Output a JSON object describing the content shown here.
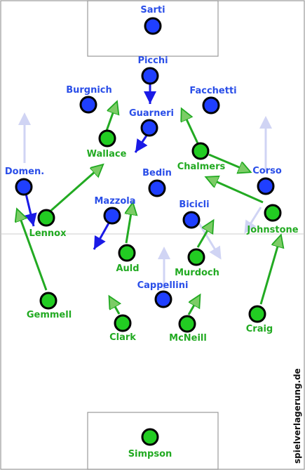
{
  "colors": {
    "team_a_fill": "#1f3fff",
    "team_b_fill": "#22cc22",
    "team_a_text": "#2a4ee8",
    "team_b_text": "#22aa22",
    "arrow_a": "#1a1ae6",
    "arrow_b": "#22aa22",
    "arrow_a_faint": "#d0d4f4",
    "line": "#999999"
  },
  "watermark": "spielverlagerung.de",
  "team_a": [
    {
      "name": "Sarti"
    },
    {
      "name": "Picchi"
    },
    {
      "name": "Burgnich"
    },
    {
      "name": "Facchetti"
    },
    {
      "name": "Guarneri"
    },
    {
      "name": "Domen."
    },
    {
      "name": "Bedin"
    },
    {
      "name": "Corso"
    },
    {
      "name": "Mazzola"
    },
    {
      "name": "Bicicli"
    },
    {
      "name": "Cappellini"
    }
  ],
  "team_b": [
    {
      "name": "Wallace"
    },
    {
      "name": "Chalmers"
    },
    {
      "name": "Lennox"
    },
    {
      "name": "Johnstone"
    },
    {
      "name": "Auld"
    },
    {
      "name": "Murdoch"
    },
    {
      "name": "Gemmell"
    },
    {
      "name": "Clark"
    },
    {
      "name": "McNeill"
    },
    {
      "name": "Craig"
    },
    {
      "name": "Simpson"
    }
  ]
}
